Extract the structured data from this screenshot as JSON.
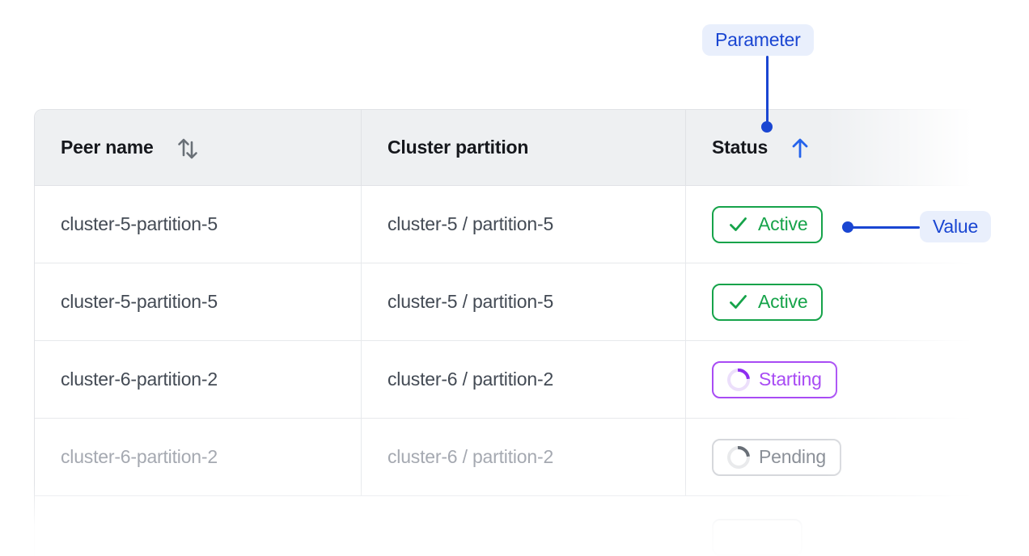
{
  "callouts": {
    "parameter": {
      "label": "Parameter"
    },
    "value": {
      "label": "Value"
    }
  },
  "table": {
    "headers": [
      {
        "label": "Peer name",
        "sort_state": "sortable"
      },
      {
        "label": "Cluster partition",
        "sort_state": "none"
      },
      {
        "label": "Status",
        "sort_state": "ascending"
      }
    ],
    "rows": [
      {
        "peer_name": "cluster-5-partition-5",
        "cluster_partition": "cluster-5 / partition-5",
        "status": "Active",
        "status_kind": "active",
        "disabled": false
      },
      {
        "peer_name": "cluster-5-partition-5",
        "cluster_partition": "cluster-5 / partition-5",
        "status": "Active",
        "status_kind": "active",
        "disabled": false
      },
      {
        "peer_name": "cluster-6-partition-2",
        "cluster_partition": "cluster-6 / partition-2",
        "status": "Starting",
        "status_kind": "starting",
        "disabled": false
      },
      {
        "peer_name": "cluster-6-partition-2",
        "cluster_partition": "cluster-6 / partition-2",
        "status": "Pending",
        "status_kind": "pending",
        "disabled": true
      }
    ]
  },
  "colors": {
    "accent_blue": "#1a46d2",
    "accent_blue_bg": "#e9effc",
    "sort_arrow_blue": "#2563eb",
    "status_active": "#16a34a",
    "status_starting": "#a84bf4",
    "status_pending": "#8b9098",
    "header_bg": "#eef0f2"
  }
}
